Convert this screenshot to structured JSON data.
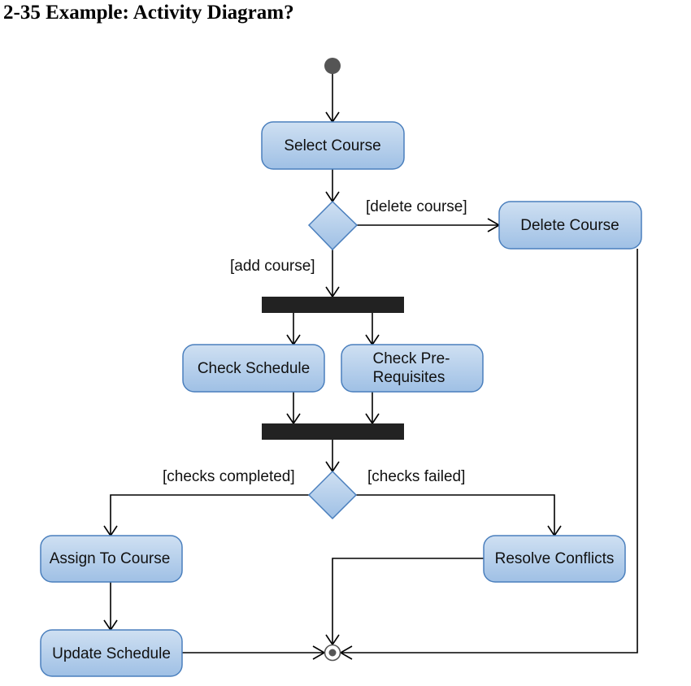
{
  "title": "2-35 Example: Activity Diagram?",
  "colors": {
    "node_fill_top": "#c9dcf0",
    "node_fill_bottom": "#a3c3e6",
    "node_stroke": "#4a7fbd",
    "bar_fill": "#222222",
    "line": "#000000"
  },
  "activities": {
    "select_course": "Select Course",
    "delete_course": "Delete Course",
    "check_schedule": "Check Schedule",
    "check_prereq_line1": "Check Pre-",
    "check_prereq_line2": "Requisites",
    "assign_to_course": "Assign To Course",
    "resolve_conflicts": "Resolve Conflicts",
    "update_schedule": "Update Schedule"
  },
  "guards": {
    "delete_course": "[delete course]",
    "add_course": "[add course]",
    "checks_completed": "[checks completed]",
    "checks_failed": "[checks failed]"
  }
}
